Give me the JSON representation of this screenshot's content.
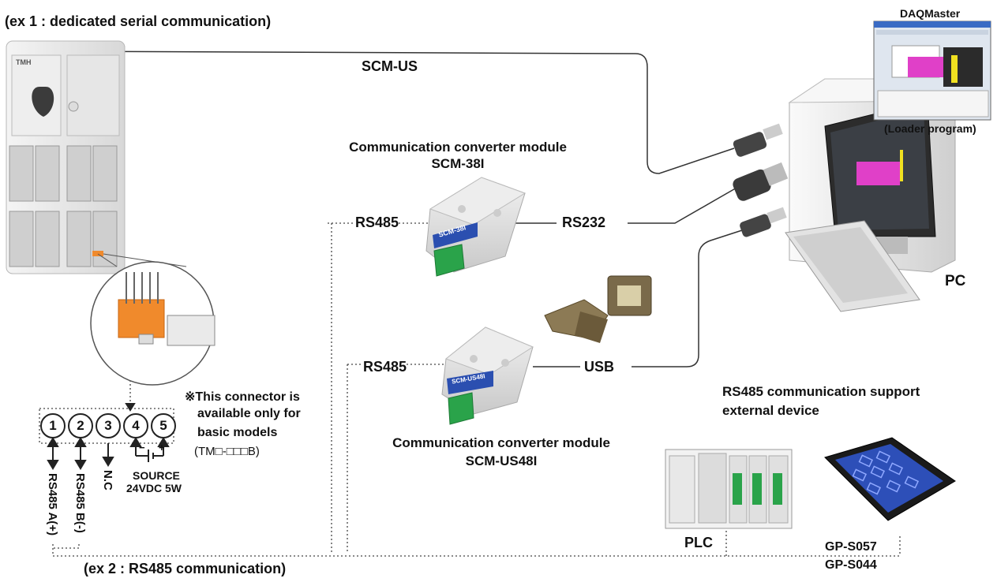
{
  "title": "(ex 1 : dedicated serial communication)",
  "footer_title": "(ex 2 : RS485 communication)",
  "labels": {
    "scm_us": "SCM-US",
    "converter1_name": "Communication converter module",
    "converter1_model": "SCM-38I",
    "rs485_top": "RS485",
    "rs232": "RS232",
    "rs485_bottom": "RS485",
    "usb": "USB",
    "converter2_name": "Communication converter module",
    "converter2_model": "SCM-US48I",
    "daqmaster": "DAQMaster",
    "loader_program": "(Loader program)",
    "pc": "PC",
    "support_line1": "RS485 communication support",
    "support_line2": "external device",
    "plc": "PLC",
    "gp1": "GP-S057",
    "gp2": "GP-S044"
  },
  "connector": {
    "note_line1": "※This connector is",
    "note_line2": "available only for",
    "note_line3": "basic models",
    "note_line4": "(TM□-□□□B)",
    "pins": [
      "1",
      "2",
      "3",
      "4",
      "5"
    ],
    "pin1_label": "RS485 A(+)",
    "pin2_label": "RS485 B(-)",
    "pin3_label": "N.C",
    "minus": "−",
    "plus": "+",
    "source_line1": "SOURCE",
    "source_line2": "24VDC 5W"
  },
  "device_texts": {
    "converter1_badge": "SCM-38I",
    "converter2_badge": "SCM-US48I",
    "device_brand": "TMH"
  },
  "colors": {
    "connector_orange": "#f08a2c",
    "screen_magenta": "#e040c8",
    "screen_yellow": "#f0e020",
    "terminal_green": "#2aa34a",
    "module_blue": "#2b4fb0",
    "hmi_screen": "#2d4fb8"
  }
}
